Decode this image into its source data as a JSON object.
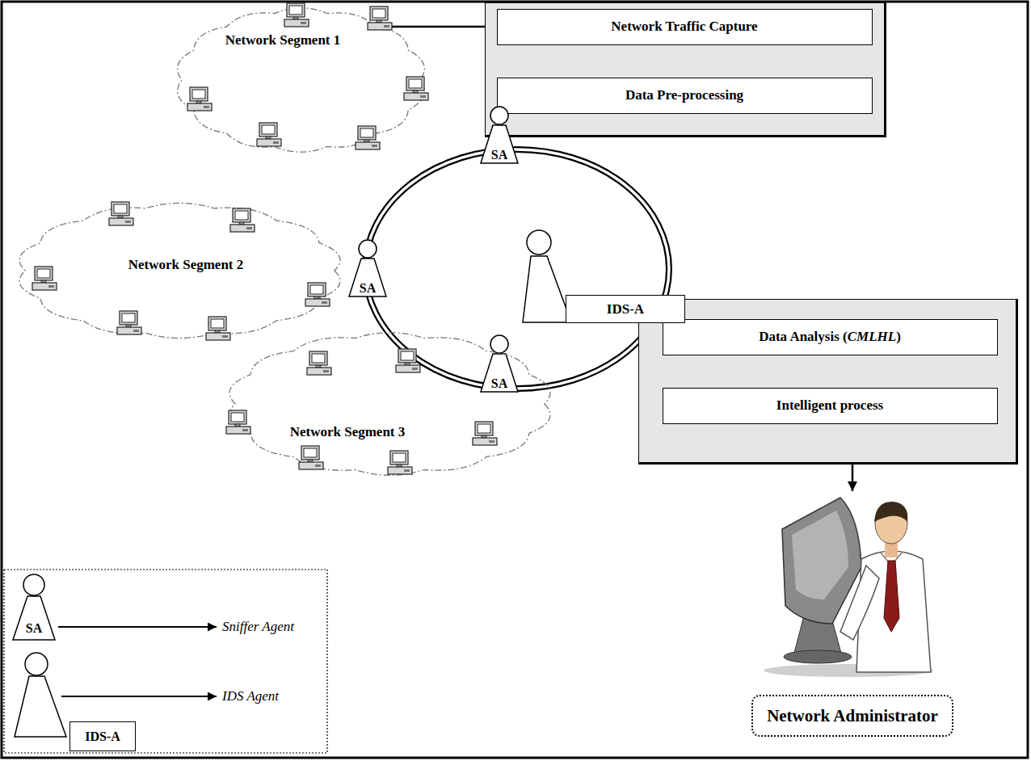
{
  "diagram": {
    "nodes": [
      {
        "text": [
          "Network Segment 1"
        ]
      },
      {
        "text": []
      },
      {
        "text": [
          "Network Traffic Capture"
        ],
        "in": 1
      },
      {
        "text": [
          "Data Pre-processing"
        ],
        "in": 1
      },
      {
        "text": [
          "SA"
        ]
      },
      {
        "text": [
          "Network Segment 2"
        ]
      },
      {
        "text": [
          "SA"
        ]
      },
      {
        "text": [
          "IDS-A"
        ]
      },
      {
        "text": []
      },
      {
        "text": [
          "Data Analysis (CMLHL)"
        ],
        "in": 8
      },
      {
        "text": [
          "Intelligent process"
        ],
        "in": 8
      },
      {
        "text": [
          "SA"
        ]
      },
      {
        "text": [
          "Network Segment 3"
        ]
      },
      {
        "text": [
          "Network Administrator"
        ]
      }
    ],
    "edges": [
      {
        "from": 0,
        "to": 2,
        "arrow": "to"
      },
      {
        "from": 2,
        "to": 3,
        "arrow": "to"
      },
      {
        "from": 9,
        "to": 10,
        "arrow": "to"
      },
      {
        "from": 10,
        "to": 13,
        "arrow": "to"
      }
    ],
    "labels": [
      "SA",
      "IDS-A"
    ],
    "legend": [
      {
        "text": "Sniffer Agent"
      },
      {
        "text": "IDS Agent"
      }
    ]
  }
}
